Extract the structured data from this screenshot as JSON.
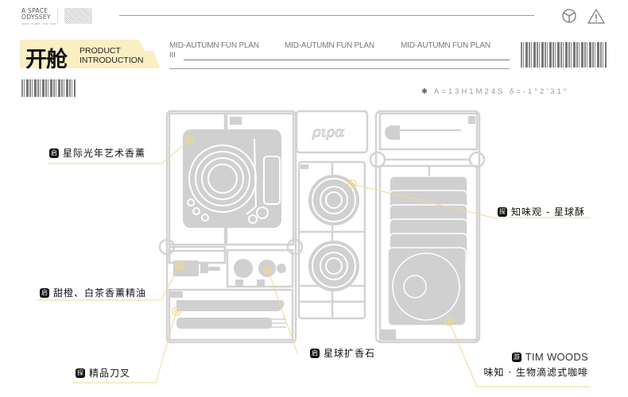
{
  "header": {
    "brand_line1": "A  SPACE",
    "brand_line2": "ODYSSEY",
    "brand_sub": "SPACE · PLANET · FUN · PLAN",
    "icons": [
      "cube-icon",
      "warning-icon"
    ]
  },
  "banner": {
    "title_cn": "开舱",
    "title_en_1": "PRODUCT",
    "title_en_2": "INTRODUCTION"
  },
  "plan_text": [
    "MID-AUTUMN FUN PLAN",
    "MID-AUTUMN FUN PLAN",
    "MID-AUTUMN FUN PLAN"
  ],
  "roman": "III",
  "coordinates": "A=13H1M24S  δ=-1°2′31″",
  "logo_text": "ριρα",
  "products": [
    {
      "badge": "启",
      "name": "星际光年艺术香薰"
    },
    {
      "badge": "探",
      "name": "知味观 - 星球酥"
    },
    {
      "badge": "启",
      "name": "甜橙、白茶香薰精油"
    },
    {
      "badge": "启",
      "name": "星球扩香石"
    },
    {
      "badge": "探",
      "name": "精品刀叉"
    },
    {
      "badge": "游",
      "name": "TIM WOODS",
      "subtitle": "味知 · 生物滴滤式咖啡"
    }
  ],
  "colors": {
    "accent": "#fbeec3",
    "line": "#f1d990",
    "part": "#d0d0d0"
  }
}
